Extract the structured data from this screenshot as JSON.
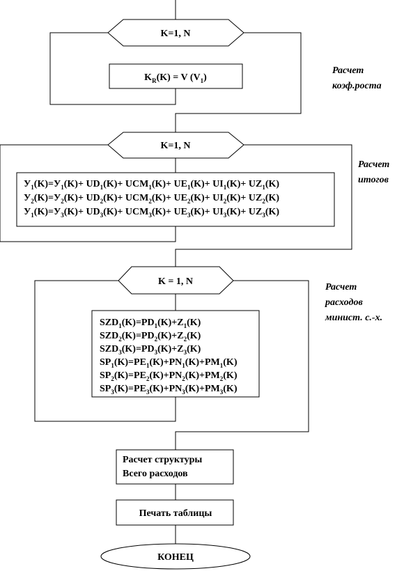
{
  "loop1": {
    "header": "K=1, N",
    "label": "Расчет коэф.роста",
    "label_lines": [
      "Расчет",
      "коэф.роста"
    ]
  },
  "loop1_box": {
    "lhs": "K",
    "lhs_sub": "R",
    "rest": "(K) = V (V",
    "rest_sub": "1",
    "tail": ")"
  },
  "loop2": {
    "header": "K=1, N",
    "label": "Расчет итогов",
    "label_lines": [
      "Расчет",
      "итогов"
    ]
  },
  "loop2_formulas": [
    {
      "lhs": "У",
      "i": "1",
      "lhs2": "У",
      "j": "1"
    },
    {
      "lhs": "У",
      "i": "2",
      "lhs2": "У",
      "j": "2"
    },
    {
      "lhs": "У",
      "i": "1",
      "lhs2": "У",
      "j": "3"
    }
  ],
  "loop3": {
    "header": "K = 1, N",
    "label": "Расчет расходов минист. с.-х.",
    "label_lines": [
      "Расчет",
      "расходов",
      "минист. с.-х."
    ]
  },
  "loop3_formulas": [
    "SZD1(K)=PD1(K)+Z1(K)",
    "SZD2(K)=PD2(K)+Z2(K)",
    "SZD3(K)=PD3(K)+Z3(K)",
    "SP1(K)=PE1(K)+PN1(K)+PM1(K)",
    "SP2(K)=PE2(K)+PN2(K)+PM2(K)",
    "SP3(K)=PE3(K)+PN3(K)+PM3(K)"
  ],
  "structure_box": {
    "lines": [
      "Расчет структуры",
      "Всего расходов"
    ]
  },
  "print_box": {
    "text": "Печать таблицы"
  },
  "end": {
    "text": "КОНЕЦ"
  }
}
